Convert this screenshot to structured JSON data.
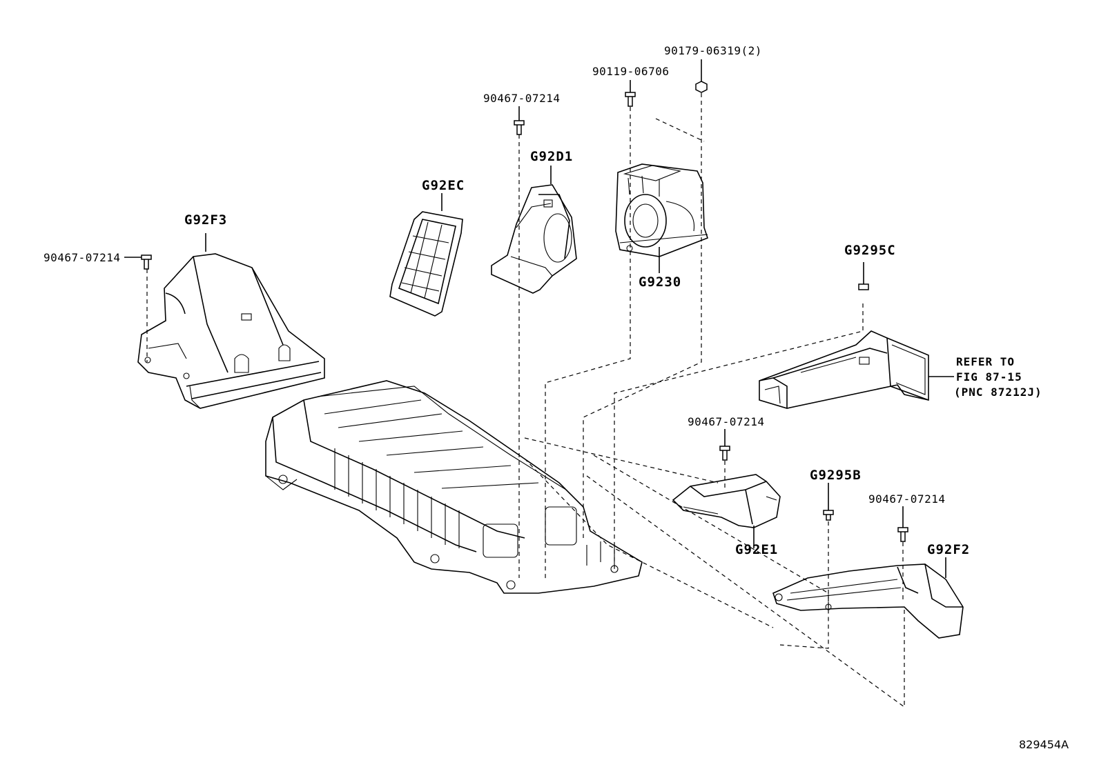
{
  "labels": {
    "bolt_top_a": "90179-06319(2)",
    "bolt_top_b": "90119-06706",
    "bolt_g92d1": "90467-07214",
    "part_g92d1": "G92D1",
    "part_g92ec": "G92EC",
    "part_g92f3": "G92F3",
    "bolt_g92f3": "90467-07214",
    "part_g9230": "G9230",
    "part_g9295c": "G9295C",
    "note_line1": "REFER TO",
    "note_line2": "FIG 87-15",
    "note_line3": "(PNC 87212J)",
    "bolt_g92e1": "90467-07214",
    "part_g92e1": "G92E1",
    "part_g9295b": "G9295B",
    "bolt_g92f2": "90467-07214",
    "part_g92f2": "G92F2",
    "diagram_id": "829454A"
  }
}
